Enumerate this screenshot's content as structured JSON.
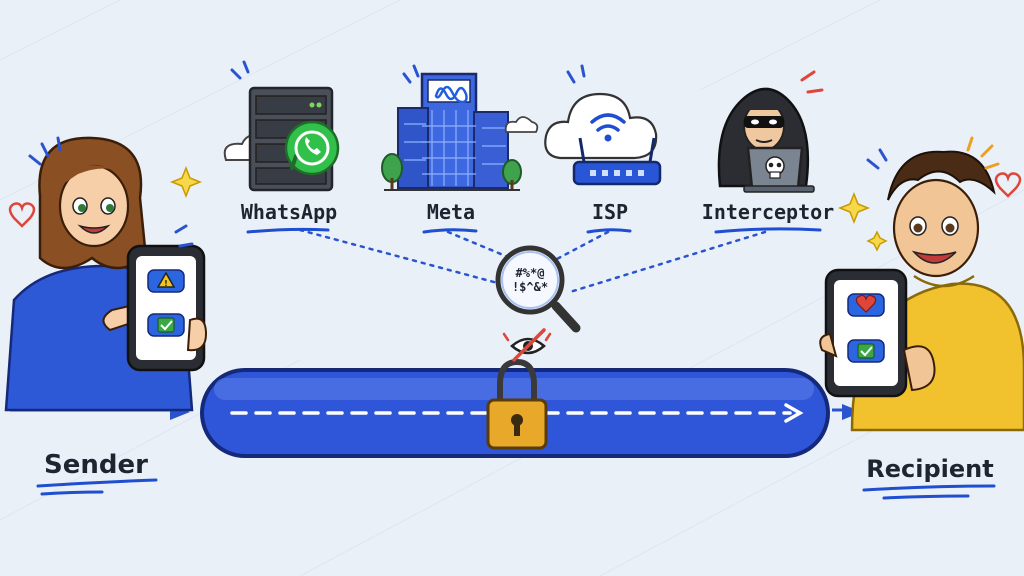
{
  "parties": [
    {
      "label": "WhatsApp",
      "icon": "whatsapp-server-icon"
    },
    {
      "label": "Meta",
      "icon": "meta-building-icon"
    },
    {
      "label": "ISP",
      "icon": "wifi-router-icon"
    },
    {
      "label": "Interceptor",
      "icon": "hooded-hacker-icon"
    }
  ],
  "sender": {
    "label": "Sender",
    "phone_or": "OR"
  },
  "recipient": {
    "label": "Recipient",
    "phone_or": "OR"
  },
  "cipher_text": {
    "line1": "#%*@",
    "line2": "!$^&*"
  },
  "colors": {
    "tunnel": "#2f56d8",
    "lock": "#e8a92a",
    "accent": "#1f4fd0",
    "sender_shirt": "#2d58d6",
    "recipient_hoodie": "#f2c22e",
    "warn": "#f0c419",
    "ok": "#3aa845",
    "heart": "#e0453a"
  }
}
